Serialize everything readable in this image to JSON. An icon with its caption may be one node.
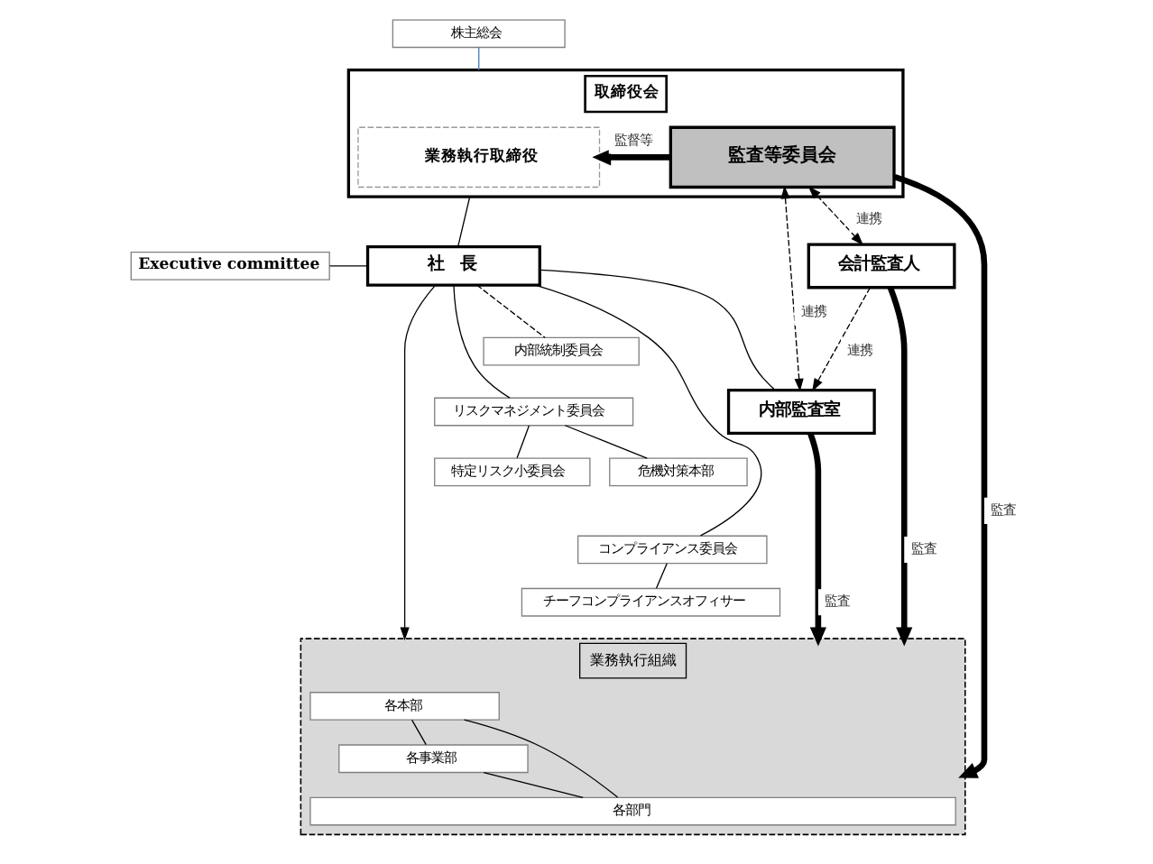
{
  "diagram": {
    "nodes": [
      {
        "text": [
          "株主総会"
        ]
      },
      {
        "text": [
          "取締役会"
        ]
      },
      {
        "text": [
          "業務執行取締役"
        ],
        "in": 1
      },
      {
        "text": [
          "監査等委員会"
        ],
        "in": 1
      },
      {
        "text": [
          "Executive committee"
        ]
      },
      {
        "text": [
          "社　長"
        ]
      },
      {
        "text": [
          "内部統制委員会"
        ]
      },
      {
        "text": [
          "リスクマネジメント委員会"
        ]
      },
      {
        "text": [
          "特定リスク小委員会"
        ]
      },
      {
        "text": [
          "危機対策本部"
        ]
      },
      {
        "text": [
          "コンプライアンス委員会"
        ]
      },
      {
        "text": [
          "チーフコンプライアンスオフィサー"
        ]
      },
      {
        "text": [
          "内部監査室"
        ]
      },
      {
        "text": [
          "会計監査人"
        ]
      },
      {
        "text": [
          "業務執行組織"
        ]
      },
      {
        "text": [
          "各本部"
        ],
        "in": 14
      },
      {
        "text": [
          "各事業部"
        ],
        "in": 14
      },
      {
        "text": [
          "各部門"
        ],
        "in": 14
      }
    ],
    "edges": [
      {
        "from": 0,
        "to": 1,
        "arrow": "none",
        "color": "#4a7ebb"
      },
      {
        "from": 3,
        "to": 2,
        "arrow": "to",
        "label": "監督等",
        "style": "thick"
      },
      {
        "from": 1,
        "to": 5,
        "arrow": "none"
      },
      {
        "from": 4,
        "to": 5,
        "arrow": "none"
      },
      {
        "from": 5,
        "to": 6,
        "arrow": "none",
        "style": "dashed"
      },
      {
        "from": 5,
        "to": 7,
        "arrow": "none"
      },
      {
        "from": 7,
        "to": 8,
        "arrow": "none"
      },
      {
        "from": 7,
        "to": 9,
        "arrow": "none"
      },
      {
        "from": 5,
        "to": 10,
        "arrow": "none"
      },
      {
        "from": 10,
        "to": 11,
        "arrow": "none"
      },
      {
        "from": 5,
        "to": 14,
        "arrow": "to"
      },
      {
        "from": 5,
        "to": 12,
        "arrow": "none"
      },
      {
        "from": 3,
        "to": 12,
        "arrow": "both",
        "label": "連携",
        "style": "dashed"
      },
      {
        "from": 3,
        "to": 13,
        "arrow": "both",
        "label": "連携",
        "style": "dashed"
      },
      {
        "from": 13,
        "to": 12,
        "arrow": "to",
        "label": "連携",
        "style": "dashed"
      },
      {
        "from": 12,
        "to": 14,
        "arrow": "to",
        "label": "監査",
        "style": "thick"
      },
      {
        "from": 3,
        "to": 14,
        "arrow": "to",
        "label": "監査",
        "style": "thick"
      },
      {
        "from": 13,
        "to": 14,
        "arrow": "to",
        "label": "監査",
        "style": "thick"
      },
      {
        "from": 15,
        "to": 16,
        "arrow": "none"
      },
      {
        "from": 15,
        "to": 17,
        "arrow": "none"
      },
      {
        "from": 16,
        "to": 17,
        "arrow": "none"
      }
    ]
  }
}
